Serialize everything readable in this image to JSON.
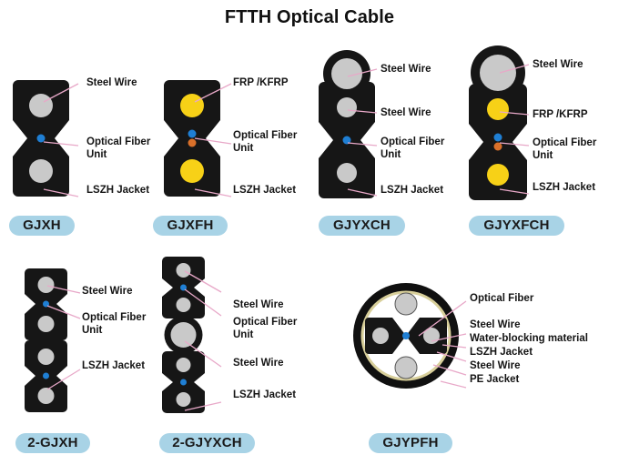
{
  "title": "FTTH Optical Cable",
  "colors": {
    "jacket": "#161616",
    "steel_wire": "#c9c9c9",
    "frp": "#f7d117",
    "fiber_blue": "#1f7fd4",
    "fiber_orange": "#d9702a",
    "leader_line": "#e8a8c8",
    "badge_bg": "#a8d3e6",
    "badge_text": "#1b1b1b",
    "water_blocking": "#d8cf9a",
    "pe_jacket": "#101010"
  },
  "figures": [
    {
      "id": "gjxh",
      "badge": "GJXH",
      "type": "figure8",
      "labels": [
        {
          "text": "Steel Wire",
          "wrap": false
        },
        {
          "text": "Optical Fiber Unit",
          "wrap": true
        },
        {
          "text": "LSZH Jacket",
          "wrap": false
        }
      ]
    },
    {
      "id": "gjxfh",
      "badge": "GJXFH",
      "type": "figure8",
      "labels": [
        {
          "text": "FRP /KFRP",
          "wrap": false
        },
        {
          "text": "Optical Fiber Unit",
          "wrap": true
        },
        {
          "text": "LSZH Jacket",
          "wrap": false
        }
      ]
    },
    {
      "id": "gjyxch",
      "badge": "GJYXCH",
      "type": "self-supporting",
      "labels": [
        {
          "text": "Steel Wire",
          "wrap": false
        },
        {
          "text": "Steel Wire",
          "wrap": false
        },
        {
          "text": "Optical Fiber Unit",
          "wrap": true
        },
        {
          "text": "LSZH Jacket",
          "wrap": false
        }
      ]
    },
    {
      "id": "gjyxfch",
      "badge": "GJYXFCH",
      "type": "self-supporting",
      "labels": [
        {
          "text": "Steel Wire",
          "wrap": false
        },
        {
          "text": "FRP /KFRP",
          "wrap": false
        },
        {
          "text": "Optical Fiber Unit",
          "wrap": true
        },
        {
          "text": "LSZH Jacket",
          "wrap": false
        }
      ]
    },
    {
      "id": "2-gjxh",
      "badge": "2-GJXH",
      "type": "double-figure8",
      "labels": [
        {
          "text": "Steel Wire",
          "wrap": false
        },
        {
          "text": "Optical Fiber Unit",
          "wrap": true
        },
        {
          "text": "LSZH Jacket",
          "wrap": false
        }
      ]
    },
    {
      "id": "2-gjyxch",
      "badge": "2-GJYXCH",
      "type": "double-figure8-messenger",
      "labels": [
        {
          "text": "Steel Wire",
          "wrap": false
        },
        {
          "text": "Optical Fiber Unit",
          "wrap": true
        },
        {
          "text": "Steel Wire",
          "wrap": false
        },
        {
          "text": "LSZH Jacket",
          "wrap": false
        }
      ]
    },
    {
      "id": "gjypfh",
      "badge": "GJYPFH",
      "type": "round",
      "labels": [
        {
          "text": "Optical Fiber",
          "wrap": false
        },
        {
          "text": "Steel Wire",
          "wrap": false
        },
        {
          "text": "Water-blocking material",
          "wrap": false
        },
        {
          "text": "LSZH Jacket",
          "wrap": false
        },
        {
          "text": "Steel Wire",
          "wrap": false
        },
        {
          "text": "PE Jacket",
          "wrap": false
        }
      ]
    }
  ]
}
